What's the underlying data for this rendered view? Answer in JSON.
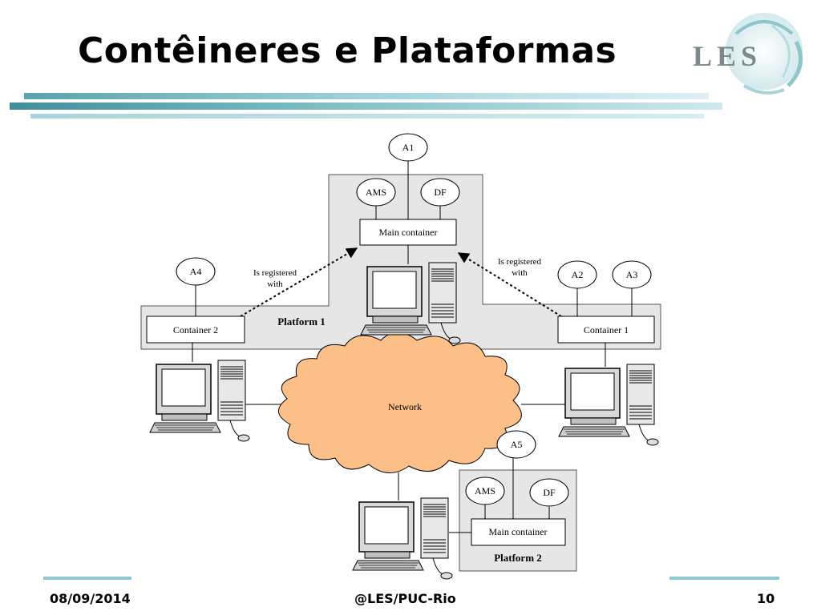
{
  "slide": {
    "title": "Contêineres e Plataformas",
    "logo_text": "LES"
  },
  "diagram": {
    "agents": {
      "a1": "A1",
      "a2": "A2",
      "a3": "A3",
      "a4": "A4",
      "a5": "A5",
      "ams": "AMS",
      "df": "DF"
    },
    "containers": {
      "main": "Main container",
      "container1": "Container 1",
      "container2": "Container 2"
    },
    "platforms": {
      "platform1": "Platform 1",
      "platform2": "Platform 2"
    },
    "network": "Network",
    "registration": {
      "line1": "Is registered",
      "line2": "with"
    }
  },
  "footer": {
    "date": "08/09/2014",
    "org": "@LES/PUC-Rio",
    "page": "10"
  },
  "colors": {
    "title_bar": "#4f9aa3",
    "light_bar": "#bfe0e4",
    "platform_fill": "#e6e6e6",
    "cloud_fill": "#fbbf87",
    "logo": "#7a8a8c"
  }
}
